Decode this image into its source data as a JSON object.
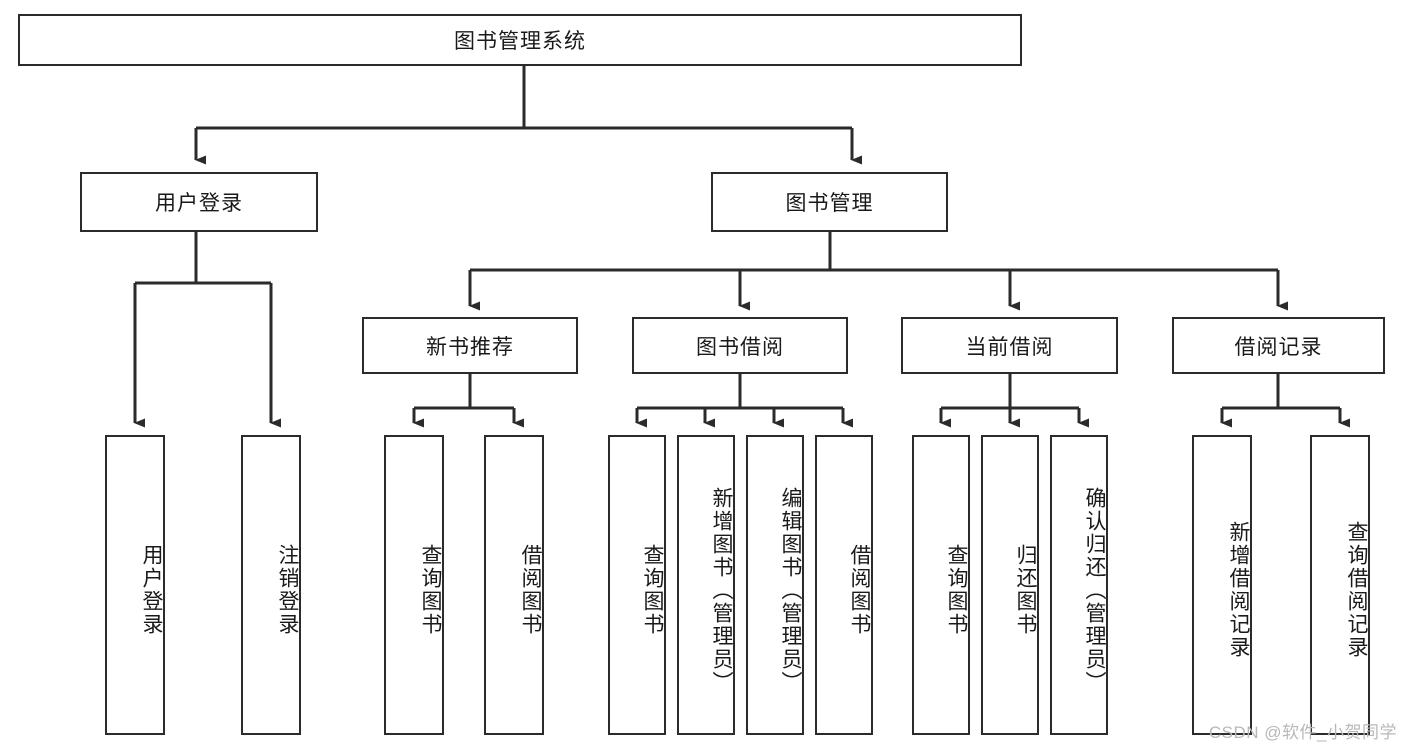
{
  "diagram": {
    "title": "图书管理系统",
    "type": "tree-hierarchy",
    "root": {
      "id": "root",
      "label": "图书管理系统"
    },
    "level2": [
      {
        "id": "user-login",
        "label": "用户登录"
      },
      {
        "id": "book-manage",
        "label": "图书管理"
      }
    ],
    "level3": [
      {
        "id": "new-book-recommend",
        "label": "新书推荐",
        "parent": "book-manage"
      },
      {
        "id": "book-borrow",
        "label": "图书借阅",
        "parent": "book-manage"
      },
      {
        "id": "current-borrow",
        "label": "当前借阅",
        "parent": "book-manage"
      },
      {
        "id": "borrow-record",
        "label": "借阅记录",
        "parent": "book-manage"
      }
    ],
    "leaves": [
      {
        "id": "leaf-user-login",
        "label": "用户登录",
        "parent": "user-login"
      },
      {
        "id": "leaf-logout-login",
        "label": "注销登录",
        "parent": "user-login"
      },
      {
        "id": "leaf-query-book-1",
        "label": "查询图书",
        "parent": "new-book-recommend"
      },
      {
        "id": "leaf-borrow-book-1",
        "label": "借阅图书",
        "parent": "new-book-recommend"
      },
      {
        "id": "leaf-query-book-2",
        "label": "查询图书",
        "parent": "book-borrow"
      },
      {
        "id": "leaf-add-book",
        "label": "新增图书（管理员）",
        "parent": "book-borrow"
      },
      {
        "id": "leaf-edit-book",
        "label": "编辑图书（管理员）",
        "parent": "book-borrow"
      },
      {
        "id": "leaf-borrow-book-2",
        "label": "借阅图书",
        "parent": "book-borrow"
      },
      {
        "id": "leaf-query-book-3",
        "label": "查询图书",
        "parent": "current-borrow"
      },
      {
        "id": "leaf-return-book",
        "label": "归还图书",
        "parent": "current-borrow"
      },
      {
        "id": "leaf-confirm-return",
        "label": "确认归还（管理员）",
        "parent": "current-borrow"
      },
      {
        "id": "leaf-add-record",
        "label": "新增借阅记录",
        "parent": "borrow-record"
      },
      {
        "id": "leaf-query-record",
        "label": "查询借阅记录",
        "parent": "borrow-record"
      }
    ],
    "colors": {
      "stroke": "#2b2b2b",
      "fill": "#ffffff",
      "text": "#1a1a1a",
      "watermark": "#b8b8b8"
    }
  },
  "watermark": {
    "text": "CSDN @软件_小贺同学"
  }
}
